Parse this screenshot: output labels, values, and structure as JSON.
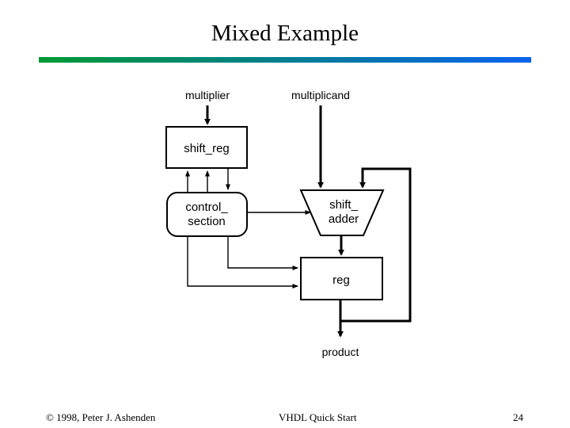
{
  "slide": {
    "title": "Mixed Example",
    "accent_start_color": "#009933",
    "accent_end_color": "#0a62ee",
    "background_color": "#ffffff",
    "line_color": "#000000"
  },
  "diagram": {
    "type": "block-diagram",
    "inputs": [
      {
        "name": "multiplier-input-label",
        "label": "multiplier"
      },
      {
        "name": "multiplicand-input-label",
        "label": "multiplicand"
      }
    ],
    "outputs": [
      {
        "name": "product-output-label",
        "label": "product"
      }
    ],
    "blocks": [
      {
        "name": "shift-reg-block",
        "label": "shift_reg",
        "shape": "rectangle"
      },
      {
        "name": "control-section-block",
        "label_line1": "control_",
        "label_line2": "section",
        "shape": "rounded-rectangle"
      },
      {
        "name": "shift-adder-block",
        "label_line1": "shift_",
        "label_line2": "adder",
        "shape": "trapezoid"
      },
      {
        "name": "reg-block",
        "label": "reg",
        "shape": "rectangle"
      }
    ]
  },
  "footer": {
    "copyright": "© 1998, Peter J. Ashenden",
    "center": "VHDL Quick Start",
    "page": "24"
  }
}
